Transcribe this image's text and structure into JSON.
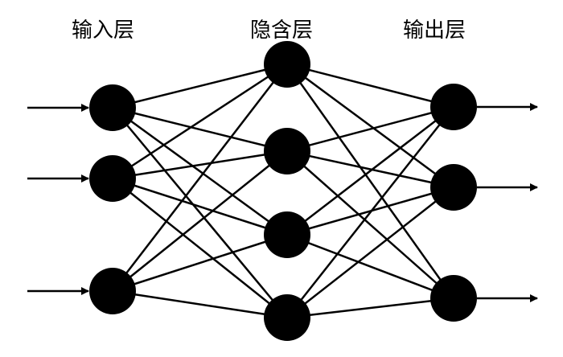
{
  "layers": [
    {
      "title": "输入层",
      "nodes": 3
    },
    {
      "title": "隐含层",
      "nodes": 4
    },
    {
      "title": "输出层",
      "nodes": 3
    }
  ],
  "colors": {
    "node": "#000000",
    "edge": "#000000",
    "background": "#ffffff"
  },
  "connections": "fully-connected",
  "input_arrows": true,
  "output_arrows": true
}
